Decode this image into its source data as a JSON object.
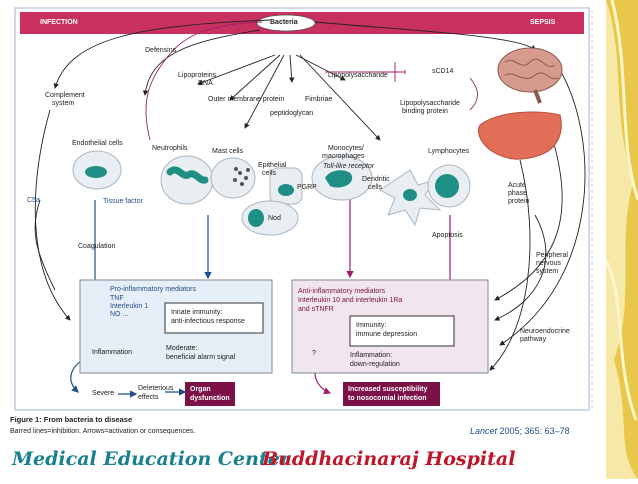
{
  "header": {
    "left": "INFECTION",
    "center": "Bacteria",
    "right": "SEPSIS"
  },
  "labels": {
    "defensins": "Defensins",
    "lipoproteins": "Lipoproteins",
    "dna": "DNA",
    "outer_membrane": "Outer membrane protein",
    "fimbriae": "Fimbriae",
    "peptidoglycan": "peptidoglycan",
    "lps": "Lipopolysaccharide",
    "scd14": "sCD14",
    "lbp_line1": "Lipopolysaccharide",
    "lbp_line2": "binding protein",
    "complement_line1": "Complement",
    "complement_line2": "system",
    "endothelial": "Endothelial cells",
    "neutrophils": "Neutrophils",
    "mast": "Mast cells",
    "epithelial_line1": "Epithelial",
    "epithelial_line2": "cells",
    "monocytes_line1": "Monocytes/",
    "monocytes_line2": "macrophages",
    "toll": "Toll-like receptor",
    "pgrp": "PGRP",
    "nod": "Nod",
    "dendritic_line1": "Dendritic",
    "dendritic_line2": "cells",
    "lymphocytes": "Lymphocytes",
    "c5a": "C5a",
    "tissue_factor": "Tissue factor",
    "coagulation": "Coagulation",
    "apoptosis": "Apoptosis",
    "acute_line1": "Acute",
    "acute_line2": "phase",
    "acute_line3": "protein",
    "peripheral_line1": "Peripheral",
    "peripheral_line2": "nervous",
    "peripheral_line3": "system",
    "neuro_line1": "Neuroendocrine",
    "neuro_line2": "pathway"
  },
  "pro_box": {
    "line1": "Pro-inflammatory mediators",
    "line2": "TNF",
    "line3": "Interleukin 1",
    "line4": "NO ...",
    "innate_line1": "Innate immunity:",
    "innate_line2": "anti-infectious response",
    "inflammation": "Inflammation",
    "moderate_line1": "Moderate:",
    "moderate_line2": "beneficial alarm signal"
  },
  "anti_box": {
    "line1": "Anti-inflammatory mediators",
    "line2": "Interleukin 10 and interleukin 1Ra",
    "line3": "and sTNFR",
    "immunity_line1": "Immunity:",
    "immunity_line2": "immune depression",
    "question": "?",
    "inflammation_line1": "Inflammation:",
    "inflammation_line2": "down-regulation"
  },
  "outcomes": {
    "severe": "Severe",
    "deleterious_line1": "Deleterious",
    "deleterious_line2": "effects",
    "organ_line1": "Organ",
    "organ_line2": "dysfunction",
    "suscept_line1": "Increased susceptibility",
    "suscept_line2": "to nosocomial infection"
  },
  "caption": {
    "title": "Figure 1: From bacteria to disease",
    "note": "Barred lines=inhibition. Arrows=activation or consequences.",
    "citation_journal": "Lancet",
    "citation_rest": " 2005; 365: 63–78"
  },
  "footer": {
    "left": "Medical Education Center",
    "right": "Buddhacinaraj Hospital"
  },
  "colors": {
    "header_bar": "#c7305f",
    "maroon": "#7b1146",
    "blue_arrow": "#1f4e8c",
    "magenta_arrow": "#9c1f6b",
    "pro_box_fill": "#e6eef7",
    "anti_box_fill": "#f1e6ee",
    "cell_teal": "#1f8f86",
    "liver": "#e26e58",
    "footer_text": "#18808f",
    "hospital_text": "#c01428"
  }
}
